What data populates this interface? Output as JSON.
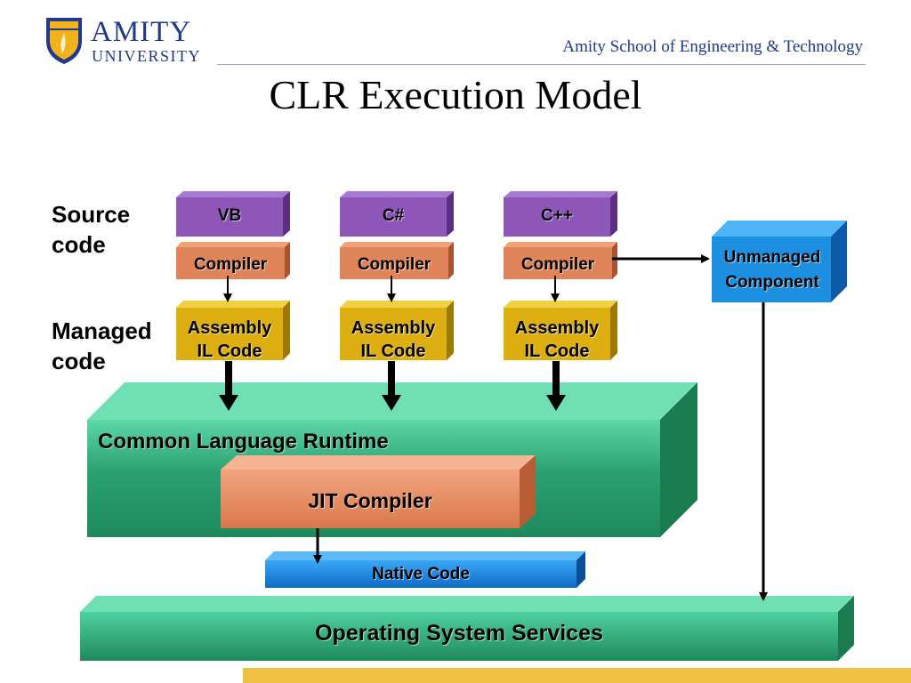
{
  "header": {
    "logo_main": "AMITY",
    "logo_sub": "UNIVERSITY",
    "school": "Amity School of Engineering & Technology"
  },
  "title": "CLR Execution Model",
  "labels": {
    "source_code": [
      "Source",
      "code"
    ],
    "managed_code": [
      "Managed",
      "code"
    ]
  },
  "languages": [
    {
      "name": "VB",
      "compiler": "Compiler",
      "assembly": [
        "Assembly",
        "IL Code"
      ]
    },
    {
      "name": "C#",
      "compiler": "Compiler",
      "assembly": [
        "Assembly",
        "IL Code"
      ]
    },
    {
      "name": "C++",
      "compiler": "Compiler",
      "assembly": [
        "Assembly",
        "IL Code"
      ]
    }
  ],
  "unmanaged": [
    "Unmanaged",
    "Component"
  ],
  "clr": "Common Language Runtime",
  "jit": "JIT Compiler",
  "native": "Native Code",
  "os": "Operating System Services",
  "colors": {
    "brand_blue": "#1f3a8a",
    "language": "#8e56b8",
    "compiler": "#e0845a",
    "assembly": "#dcae10",
    "unmanaged": "#1c8fe0",
    "runtime": "#2fa872",
    "native": "#1a85e0",
    "accent_bar": "#f0c040"
  }
}
